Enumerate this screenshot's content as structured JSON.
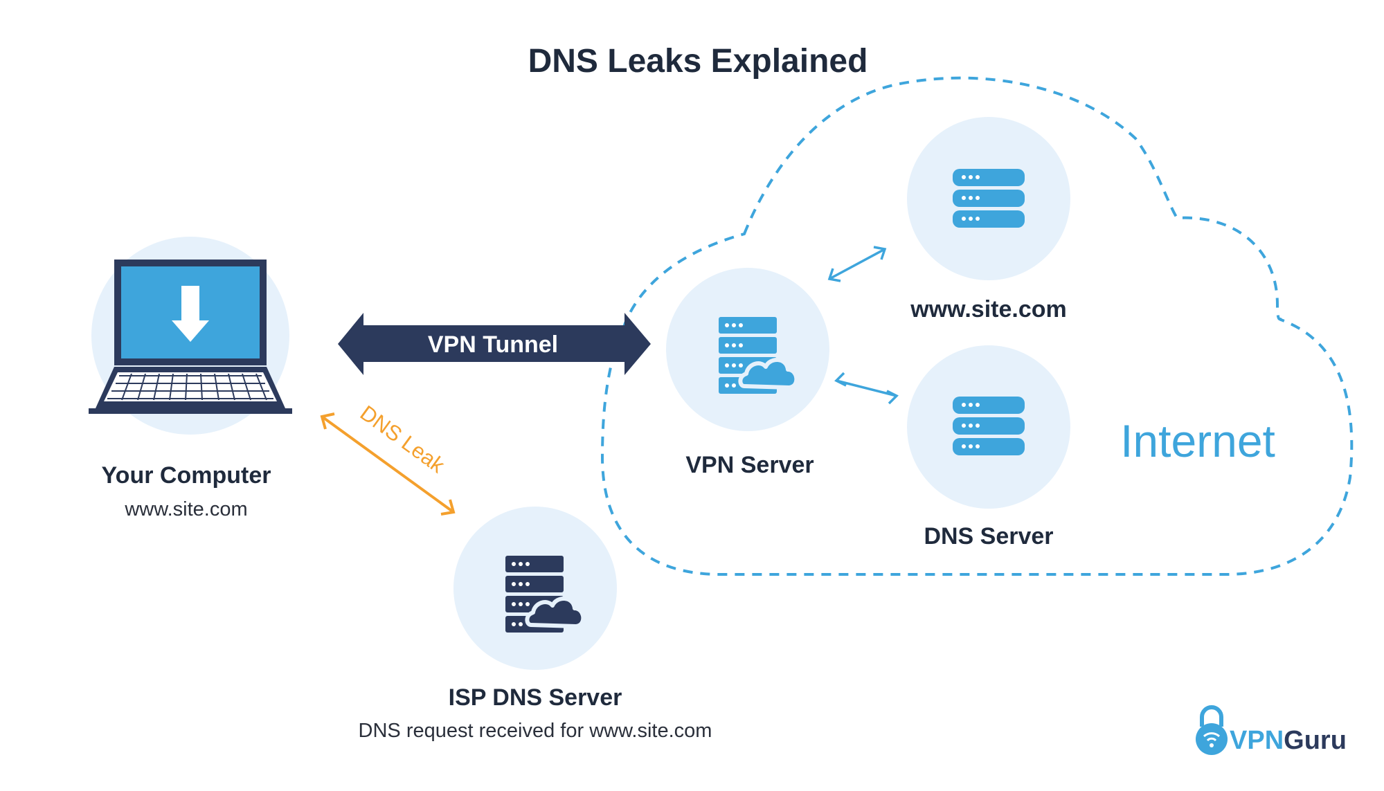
{
  "title": "DNS Leaks Explained",
  "nodes": {
    "computer": {
      "name": "Your Computer",
      "sub": "www.site.com"
    },
    "vpn_server": {
      "name": "VPN Server"
    },
    "site": {
      "name": "www.site.com"
    },
    "dns_server": {
      "name": "DNS Server"
    },
    "isp_dns": {
      "name": "ISP DNS Server",
      "sub": "DNS request received for www.site.com"
    }
  },
  "connections": {
    "tunnel": "VPN Tunnel",
    "leak": "DNS Leak"
  },
  "region": "Internet",
  "brand": {
    "part1": "VPN",
    "part2": "Guru"
  },
  "colors": {
    "navy": "#2c3a5c",
    "blue": "#3ea5dc",
    "circle": "#e6f1fb",
    "orange": "#f4a02d",
    "text": "#1f2a3c"
  },
  "icons": {
    "computer": "laptop-download-icon",
    "vpn_server": "server-cloud-icon",
    "site": "server-stack-icon",
    "dns_server": "server-stack-icon",
    "isp_dns": "server-cloud-icon",
    "brand": "lock-icon"
  }
}
